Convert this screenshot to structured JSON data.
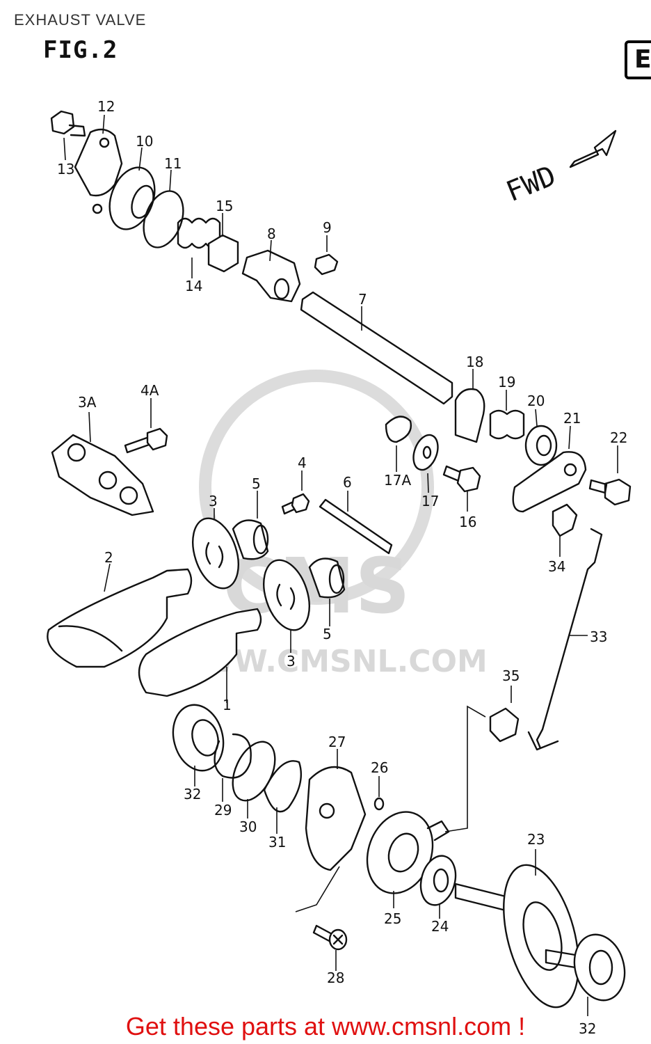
{
  "header": {
    "title": "EXHAUST VALVE",
    "figure": "FIG.2",
    "section_badge": "E"
  },
  "direction_label": "FWD",
  "watermark": {
    "brand": "CMS",
    "url": "WWW.CMSNL.COM"
  },
  "callouts": [
    "1",
    "2",
    "3",
    "3",
    "3A",
    "4",
    "4A",
    "5",
    "5",
    "6",
    "7",
    "8",
    "9",
    "10",
    "11",
    "12",
    "13",
    "14",
    "15",
    "16",
    "17",
    "17A",
    "18",
    "19",
    "20",
    "21",
    "22",
    "23",
    "24",
    "25",
    "26",
    "27",
    "28",
    "29",
    "30",
    "31",
    "32",
    "32",
    "33",
    "34",
    "35"
  ],
  "footer": {
    "cta": "Get these parts at www.cmsnl.com !"
  },
  "colors": {
    "line": "#111111",
    "cta": "#e01010",
    "watermark": "#d8d8d8"
  }
}
